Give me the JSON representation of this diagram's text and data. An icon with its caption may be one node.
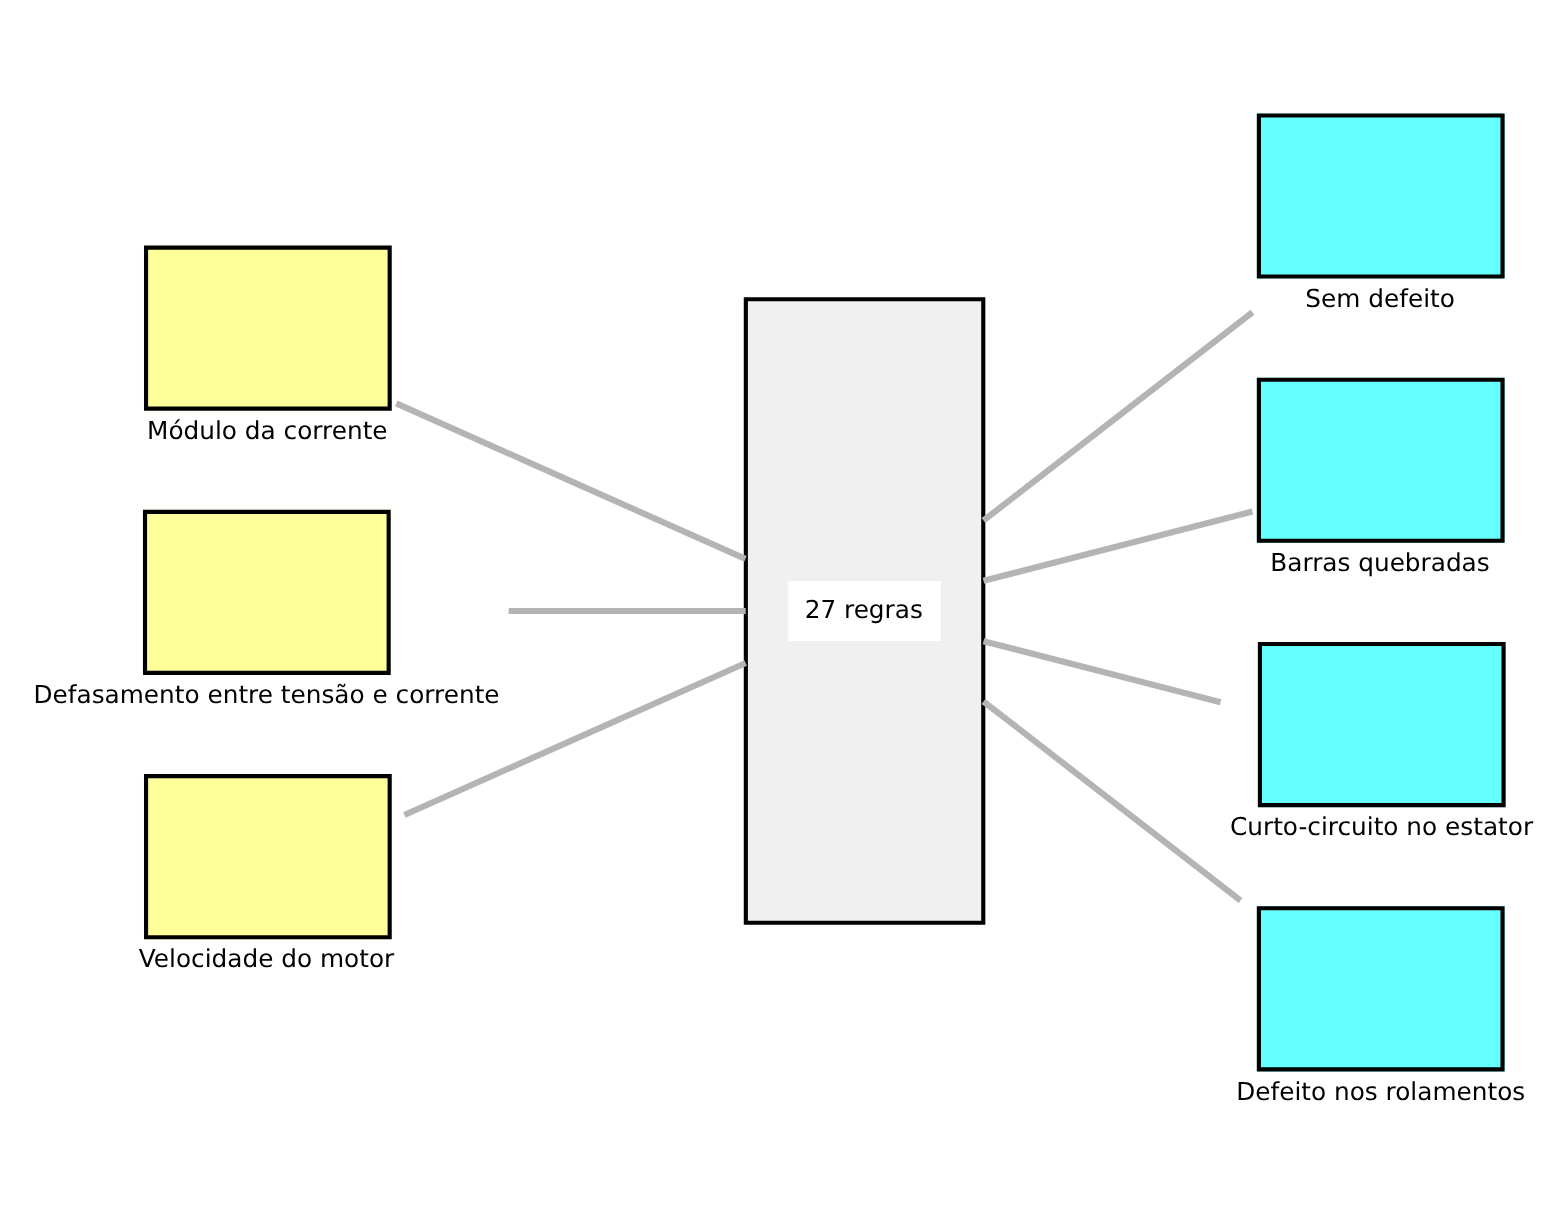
{
  "diagram": {
    "nodes": [
      {
        "text": [
          "Módulo da corrente"
        ]
      },
      {
        "text": [
          "Defasamento entre tensão e corrente"
        ]
      },
      {
        "text": [
          "Velocidade do motor"
        ]
      },
      {
        "text": [
          "27 regras"
        ]
      },
      {
        "text": [
          "Sem defeito"
        ]
      },
      {
        "text": [
          "Barras quebradas"
        ]
      },
      {
        "text": [
          "Curto-circuito no estator"
        ]
      },
      {
        "text": [
          "Defeito nos rolamentos"
        ]
      }
    ],
    "edges": [
      {
        "from": 0,
        "to": 3,
        "arrow": "none"
      },
      {
        "from": 1,
        "to": 3,
        "arrow": "none"
      },
      {
        "from": 2,
        "to": 3,
        "arrow": "none"
      },
      {
        "from": 3,
        "to": 4,
        "arrow": "none"
      },
      {
        "from": 3,
        "to": 5,
        "arrow": "none"
      },
      {
        "from": 3,
        "to": 6,
        "arrow": "none"
      },
      {
        "from": 3,
        "to": 7,
        "arrow": "none"
      }
    ]
  }
}
